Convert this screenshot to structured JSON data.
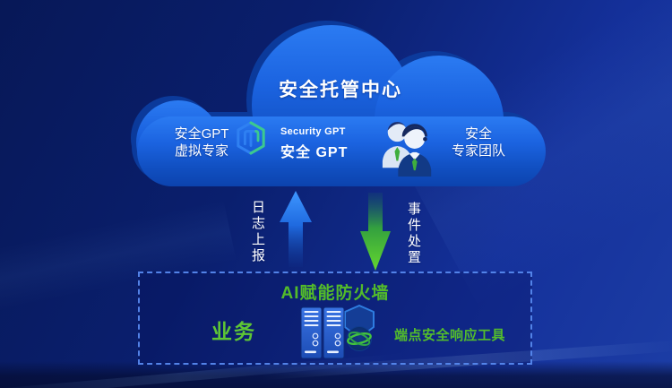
{
  "colors": {
    "background_top": "#071857",
    "background_bottom": "#1c3da5",
    "cloud_blue": "#1b63e0",
    "cloud_rim": "#0c3c9e",
    "accent_green": "#53bb2a",
    "arrow_blue": "#2f8cf5",
    "arrow_green": "#5fd335",
    "dashed_border": "#5688ee",
    "text_white": "#ffffff",
    "logo_blue": "#2f80f2",
    "logo_green": "#3cc98f"
  },
  "icons": {
    "logo": "security-gpt-logo-icon",
    "team": "expert-team-icon",
    "up": "up-arrow-icon",
    "down": "down-arrow-icon",
    "servers": "server-rack-icon",
    "shield": "shield-globe-icon"
  },
  "cloud": {
    "title": "安全托管中心",
    "virtual_expert": {
      "line1": "安全GPT",
      "line2": "虚拟专家"
    },
    "gpt_logo": {
      "name_en": "Security GPT",
      "name_zh": "安全 GPT"
    },
    "expert_team": {
      "line1": "安全",
      "line2": "专家团队"
    }
  },
  "flows": {
    "log_upload": {
      "label": "日志上报"
    },
    "incident_handling": {
      "label": "事件处置"
    }
  },
  "firewall_zone": {
    "title": "AI赋能防火墙",
    "business": "业务",
    "endpoint_tool": "端点安全响应工具"
  }
}
